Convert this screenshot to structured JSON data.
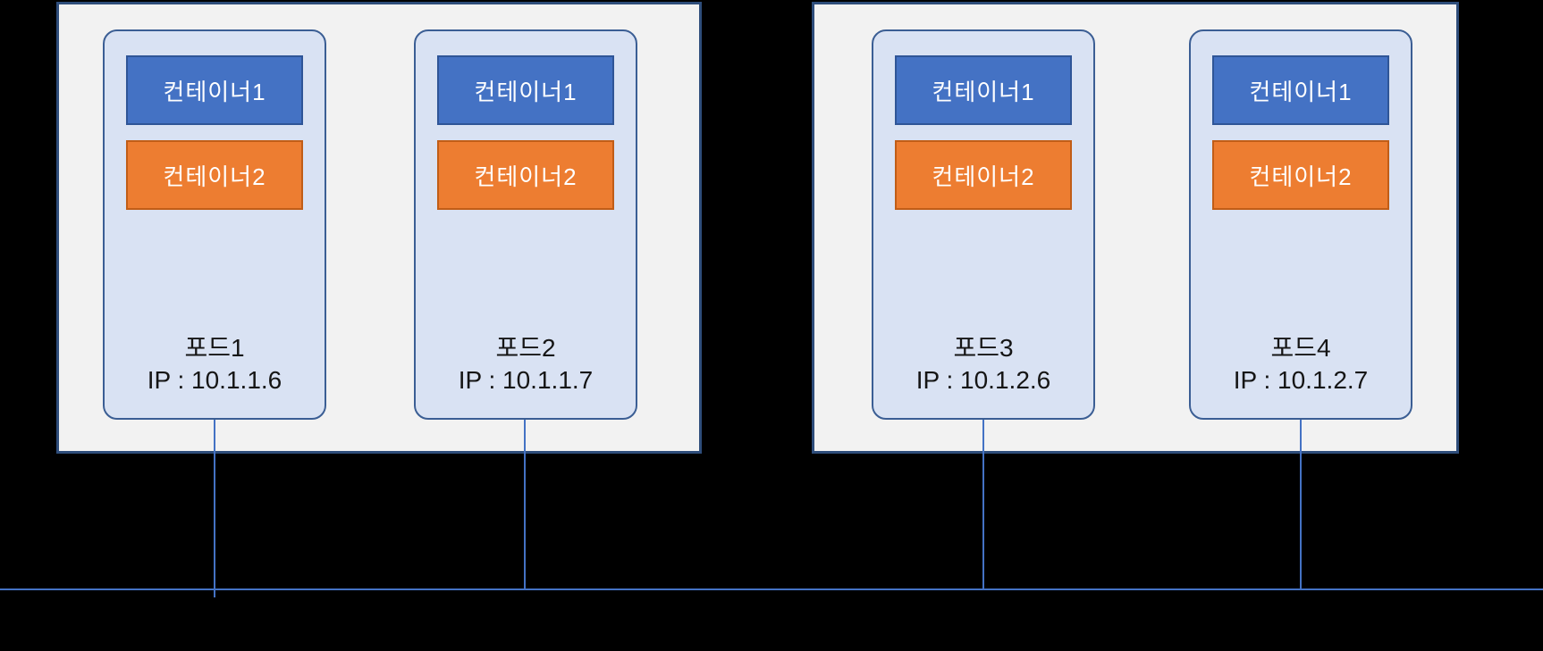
{
  "diagram": {
    "nodes": [
      {
        "pods": [
          {
            "name": "포드1",
            "ip": "IP : 10.1.1.6",
            "containers": [
              "컨테이너1",
              "컨테이너2"
            ]
          },
          {
            "name": "포드2",
            "ip": "IP : 10.1.1.7",
            "containers": [
              "컨테이너1",
              "컨테이너2"
            ]
          }
        ]
      },
      {
        "pods": [
          {
            "name": "포드3",
            "ip": "IP : 10.1.2.6",
            "containers": [
              "컨테이너1",
              "컨테이너2"
            ]
          },
          {
            "name": "포드4",
            "ip": "IP : 10.1.2.7",
            "containers": [
              "컨테이너1",
              "컨테이너2"
            ]
          }
        ]
      }
    ],
    "colors": {
      "background": "#000000",
      "node_fill": "#f2f2f2",
      "node_border": "#2e4d7b",
      "pod_fill": "#d9e2f3",
      "pod_border": "#3b5e94",
      "container1_fill": "#4472c4",
      "container1_border": "#2f5597",
      "container2_fill": "#ed7d31",
      "container2_border": "#c15d17",
      "connector_line": "#4472c4"
    }
  }
}
